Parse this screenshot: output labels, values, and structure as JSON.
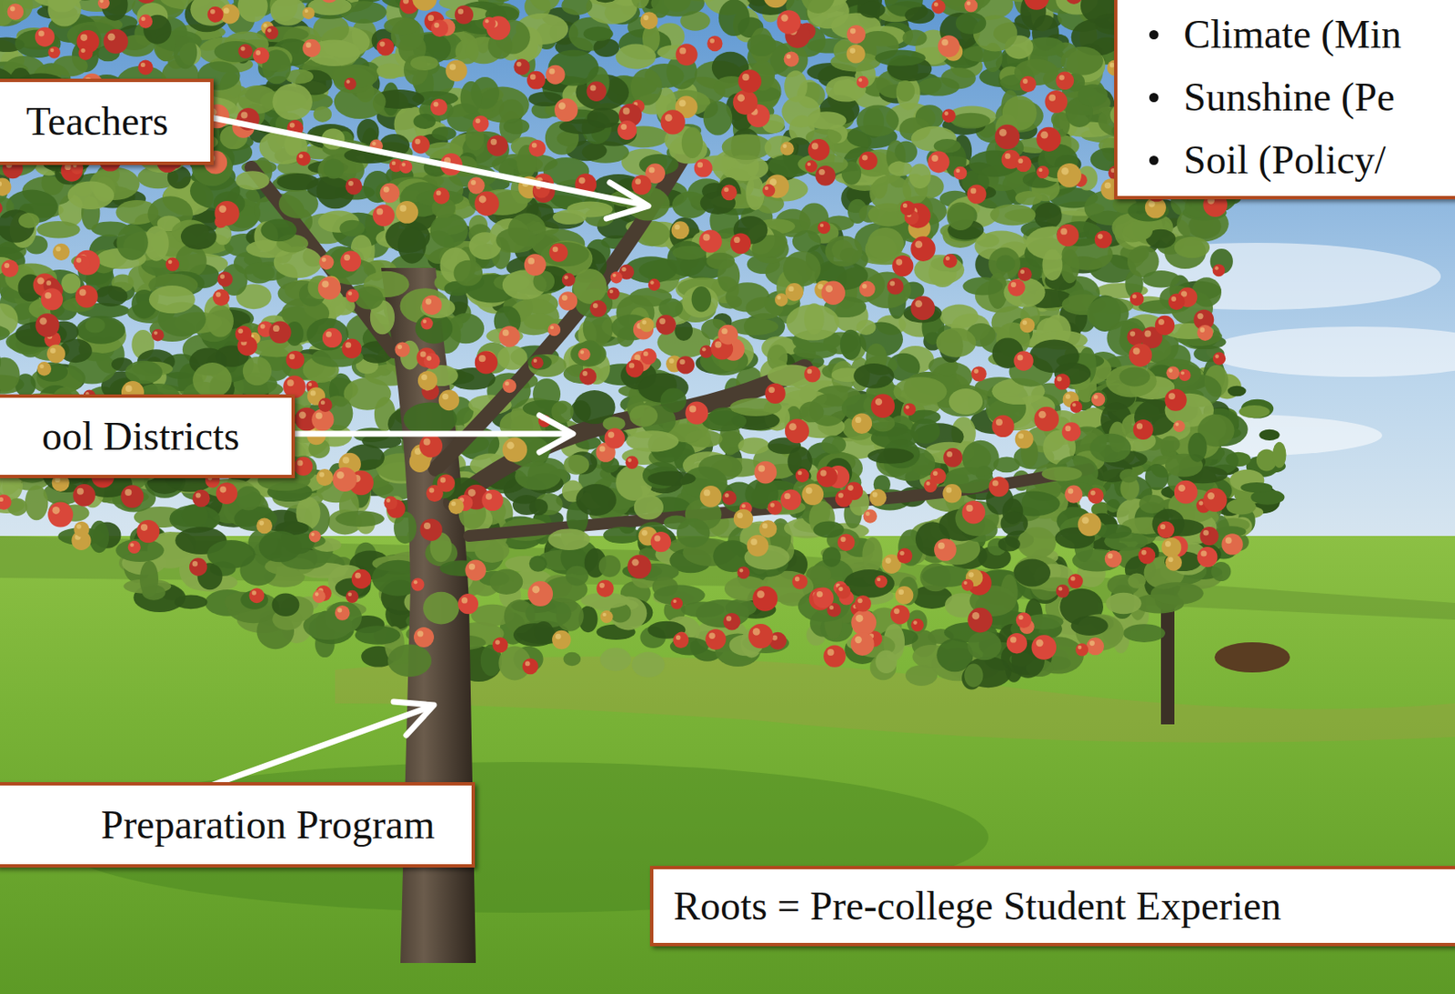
{
  "diagram": {
    "nodes": [
      {
        "text": [
          "Climate (Min",
          "Sunshine (Pe",
          "Soil (Policy/"
        ]
      },
      {
        "text": [
          "Teachers"
        ]
      },
      {
        "text": [
          "ool Districts"
        ]
      },
      {
        "text": [
          "Preparation Program"
        ]
      },
      {
        "text": [
          "Roots = Pre-college Student Experien"
        ]
      }
    ]
  }
}
